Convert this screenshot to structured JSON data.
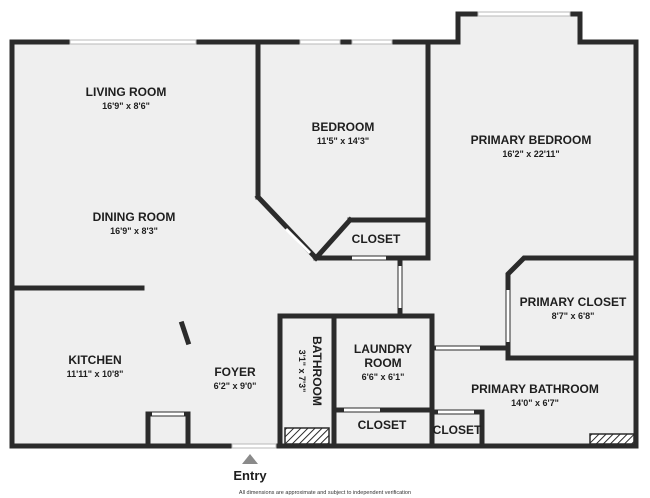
{
  "rooms": {
    "living_room": {
      "name": "LIVING ROOM",
      "dims": "16'9\" x 8'6\""
    },
    "dining_room": {
      "name": "DINING ROOM",
      "dims": "16'9\" x 8'3\""
    },
    "bedroom": {
      "name": "BEDROOM",
      "dims": "11'5\" x 14'3\""
    },
    "primary_bedroom": {
      "name": "PRIMARY BEDROOM",
      "dims": "16'2\" x 22'11\""
    },
    "closet_bedroom": {
      "name": "CLOSET"
    },
    "primary_closet": {
      "name": "PRIMARY CLOSET",
      "dims": "8'7\" x 6'8\""
    },
    "kitchen": {
      "name": "KITCHEN",
      "dims": "11'11\" x 10'8\""
    },
    "foyer": {
      "name": "FOYER",
      "dims": "6'2\" x 9'0\""
    },
    "bathroom": {
      "name": "BATHROOM",
      "dims": "3'1\" x 7'3\""
    },
    "laundry_room": {
      "name_line1": "LAUNDRY",
      "name_line2": "ROOM",
      "dims": "6'6\" x 6'1\""
    },
    "primary_bathroom": {
      "name": "PRIMARY BATHROOM",
      "dims": "14'0\" x 6'7\""
    },
    "closet_laundry": {
      "name": "CLOSET"
    },
    "closet_bath": {
      "name": "CLOSET"
    }
  },
  "entry_label": "Entry",
  "footnote": "All dimensions are approximate and subject to independent verification",
  "colors": {
    "wall": "#2b2b2b",
    "floor": "#efefef",
    "window": "#ffffff",
    "background": "#ffffff"
  }
}
